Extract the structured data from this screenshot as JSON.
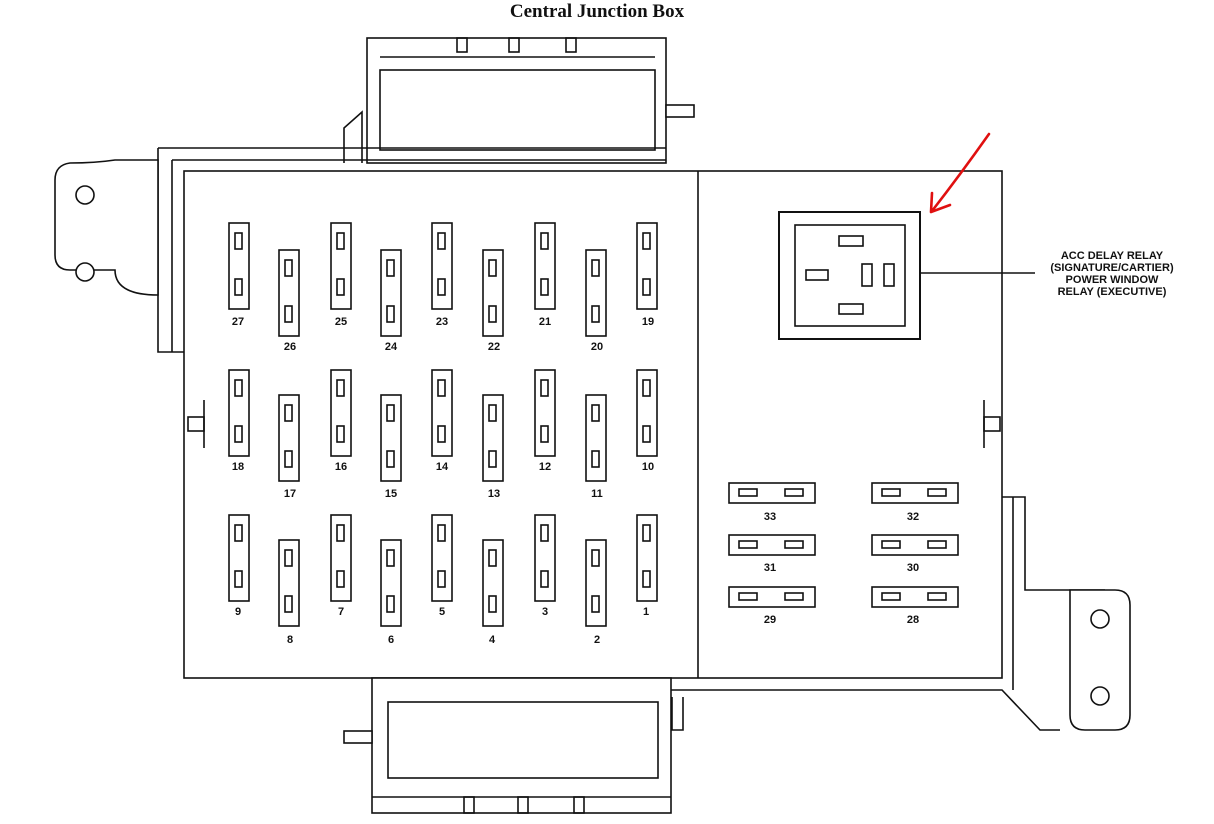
{
  "diagram": {
    "title": "Central Junction Box",
    "relay_label": {
      "lines": [
        "ACC DELAY RELAY",
        "(SIGNATURE/CARTIER)",
        "POWER WINDOW",
        "RELAY (EXECUTIVE)"
      ]
    },
    "fuses": {
      "top_row_high": [
        "27",
        "25",
        "23",
        "21",
        "19"
      ],
      "top_row_low": [
        "26",
        "24",
        "22",
        "20"
      ],
      "middle_row_high": [
        "18",
        "16",
        "14",
        "12",
        "10"
      ],
      "middle_row_low": [
        "17",
        "15",
        "13",
        "11"
      ],
      "bottom_row_high": [
        "9",
        "7",
        "5",
        "3",
        "1"
      ],
      "bottom_row_low": [
        "8",
        "6",
        "4",
        "2"
      ],
      "horizontal_left": [
        "33",
        "31",
        "29"
      ],
      "horizontal_right": [
        "32",
        "30",
        "28"
      ]
    },
    "annotation": {
      "arrow_color": "#e01010"
    },
    "colors": {
      "line": "#111111",
      "background": "#ffffff"
    }
  }
}
